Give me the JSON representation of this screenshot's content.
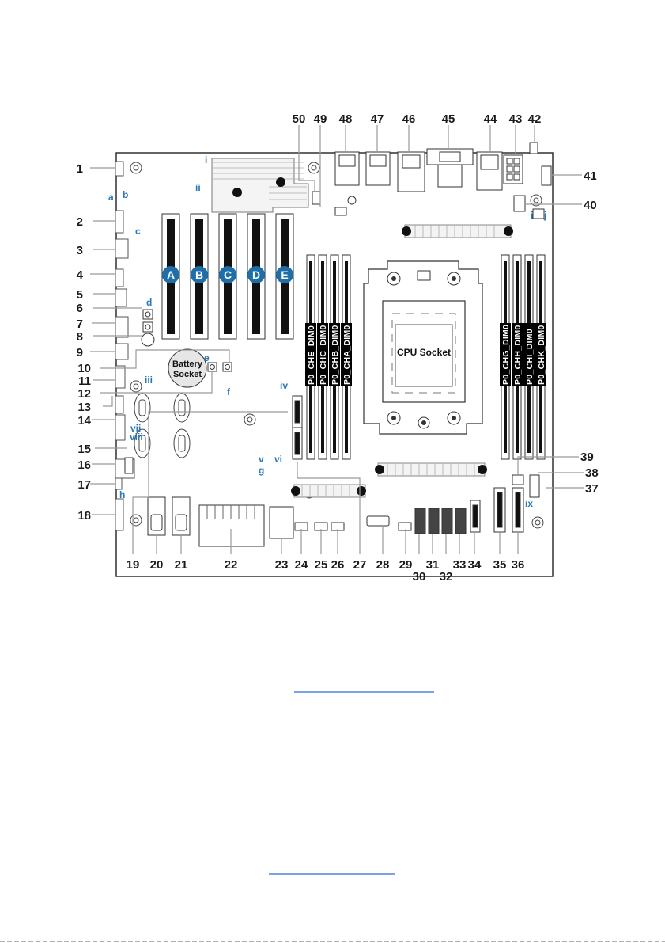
{
  "numbers": [
    "1",
    "2",
    "3",
    "4",
    "5",
    "6",
    "7",
    "8",
    "9",
    "10",
    "11",
    "12",
    "13",
    "14",
    "15",
    "16",
    "17",
    "18",
    "19",
    "20",
    "21",
    "22",
    "23",
    "24",
    "25",
    "26",
    "27",
    "28",
    "29",
    "30",
    "31",
    "32",
    "33",
    "34",
    "35",
    "36",
    "37",
    "38",
    "39",
    "40",
    "41",
    "42",
    "43",
    "44",
    "45",
    "46",
    "47",
    "48",
    "49",
    "50"
  ],
  "letters": [
    "a",
    "b",
    "c",
    "d",
    "e",
    "f",
    "g",
    "h",
    "i",
    "j"
  ],
  "romans": [
    "i",
    "ii",
    "iii",
    "iv",
    "v",
    "vi",
    "vii",
    "viii",
    "ix"
  ],
  "slots": [
    "A",
    "B",
    "C",
    "D",
    "E"
  ],
  "dimms_left": [
    "P0_CHE_DIM0",
    "P0_CHC_DIM0",
    "P0_CHB_DIM0",
    "P0_CHA_DIM0"
  ],
  "dimms_right": [
    "P0_CHG_DIM0",
    "P0_CHH_DIM0",
    "P0_CHI_DIM0",
    "P0_CHK_DIM0"
  ],
  "cpu_socket": "CPU Socket",
  "battery": [
    "Battery",
    "Socket"
  ],
  "colors": {
    "slot_badge": "#1e6fa9",
    "letter": "#2a78b6",
    "dimm_label_bg": "#000000",
    "leader": "#9a9a9a"
  }
}
